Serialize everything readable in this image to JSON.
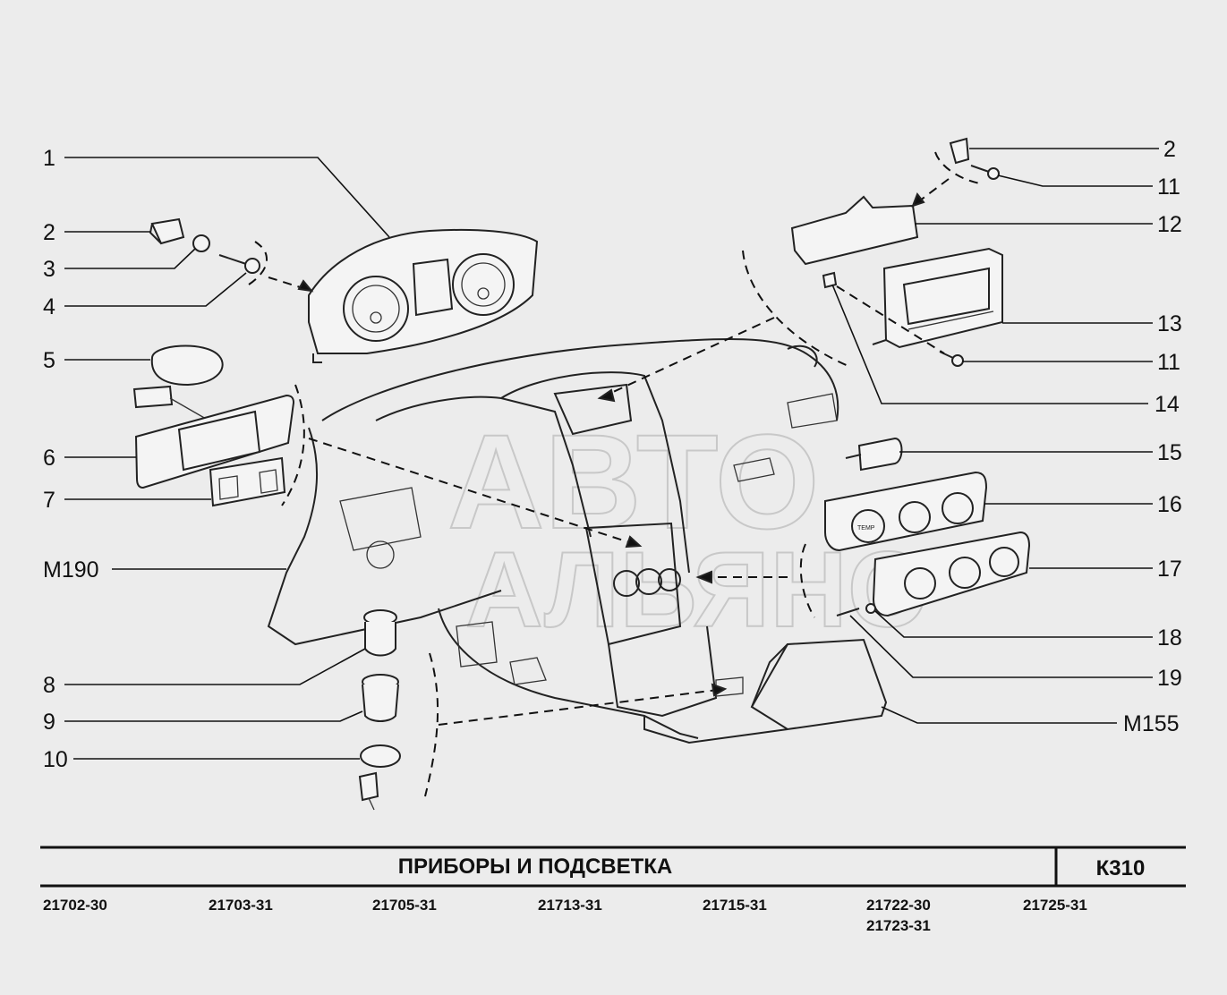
{
  "watermark": {
    "line1": "АВТО",
    "line2": "АЛЬЯНС"
  },
  "callouts": [
    {
      "id": "c1",
      "text": "1"
    },
    {
      "id": "c2a",
      "text": "2"
    },
    {
      "id": "c3",
      "text": "3"
    },
    {
      "id": "c4",
      "text": "4"
    },
    {
      "id": "c5",
      "text": "5"
    },
    {
      "id": "c6",
      "text": "6"
    },
    {
      "id": "c7",
      "text": "7"
    },
    {
      "id": "cm190",
      "text": "M190"
    },
    {
      "id": "c8",
      "text": "8"
    },
    {
      "id": "c9",
      "text": "9"
    },
    {
      "id": "c10",
      "text": "10"
    },
    {
      "id": "c2b",
      "text": "2"
    },
    {
      "id": "c11a",
      "text": "11"
    },
    {
      "id": "c12",
      "text": "12"
    },
    {
      "id": "c13",
      "text": "13"
    },
    {
      "id": "c11b",
      "text": "11"
    },
    {
      "id": "c14",
      "text": "14"
    },
    {
      "id": "c15",
      "text": "15"
    },
    {
      "id": "c16",
      "text": "16"
    },
    {
      "id": "c17",
      "text": "17"
    },
    {
      "id": "c18",
      "text": "18"
    },
    {
      "id": "c19",
      "text": "19"
    },
    {
      "id": "cm155",
      "text": "M155"
    }
  ],
  "footer": {
    "title": "ПРИБОРЫ  И  ПОДСВЕТКА",
    "code": "К310",
    "models": [
      {
        "id": "m1",
        "text": "21702-30"
      },
      {
        "id": "m2",
        "text": "21703-31"
      },
      {
        "id": "m3",
        "text": "21705-31"
      },
      {
        "id": "m4",
        "text": "21713-31"
      },
      {
        "id": "m5",
        "text": "21715-31"
      },
      {
        "id": "m6",
        "text": "21722-30"
      },
      {
        "id": "m7",
        "text": "21723-31"
      },
      {
        "id": "m8",
        "text": "21725-31"
      }
    ]
  },
  "icons": {
    "heater_knob_label": "TEMP"
  },
  "colors": {
    "background": "#ececec",
    "ink": "#111111",
    "watermark": "#c8c8c8"
  }
}
